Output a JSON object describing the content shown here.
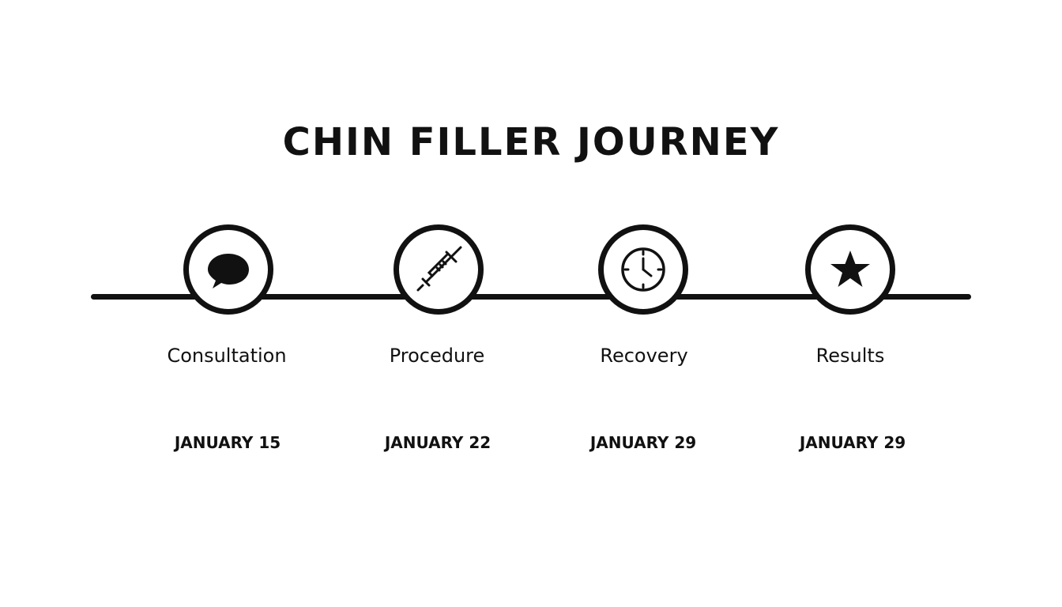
{
  "title": "CHIN FILLER JOURNEY",
  "steps": [
    {
      "label": "Consultation",
      "date": "JANUARY 15",
      "icon": "speech-bubble-icon"
    },
    {
      "label": "Procedure",
      "date": "JANUARY 22",
      "icon": "syringe-icon"
    },
    {
      "label": "Recovery",
      "date": "JANUARY 29",
      "icon": "clock-icon"
    },
    {
      "label": "Results",
      "date": "JANUARY 29",
      "icon": "star-icon"
    }
  ],
  "colors": {
    "foreground": "#111111",
    "background": "#ffffff"
  }
}
